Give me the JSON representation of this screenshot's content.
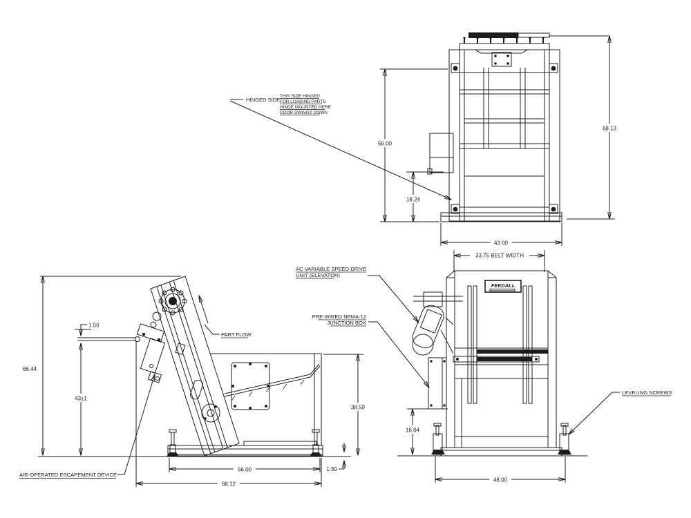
{
  "front_view": {
    "hinged_side": "HINGED SIDE",
    "note1": "THIS SIDE HINGED",
    "note2": "FOR LOADING PARTS",
    "note3": "HINGE MOUNTED HERE",
    "note4": "DOOR SWINGS DOWN",
    "dim_upper_height": "56.00",
    "dim_door_height": "18.24",
    "dim_overall_height": "68.13",
    "dim_width": "43.00"
  },
  "side_view": {
    "dim_overall_height": "66.44",
    "dim_rail_thickness": "1.50",
    "dim_discharge_height": "43±1",
    "dim_hopper_height": "38.50",
    "dim_base_length": "56.00",
    "dim_overall_length": "68.12",
    "dim_foot_height": "1.50",
    "part_flow": "PART FLOW",
    "escapement_device": "AIR-OPERATED ESCAPEMENT DEVICE"
  },
  "rear_view": {
    "dim_belt_width": "33.75 BELT WIDTH",
    "dim_lower_height": "18.04",
    "dim_base_width": "48.00",
    "leveling_screws": "LEVELING SCREWS",
    "drive_line1": "AC VARIABLE SPEED DRIVE",
    "drive_line2": "UNIT (ELEVATOR)",
    "junction_line1": "PRE-WIRED NEMA-12",
    "junction_line2": "JUNCTION BOX",
    "logo": "FEEDALL"
  }
}
